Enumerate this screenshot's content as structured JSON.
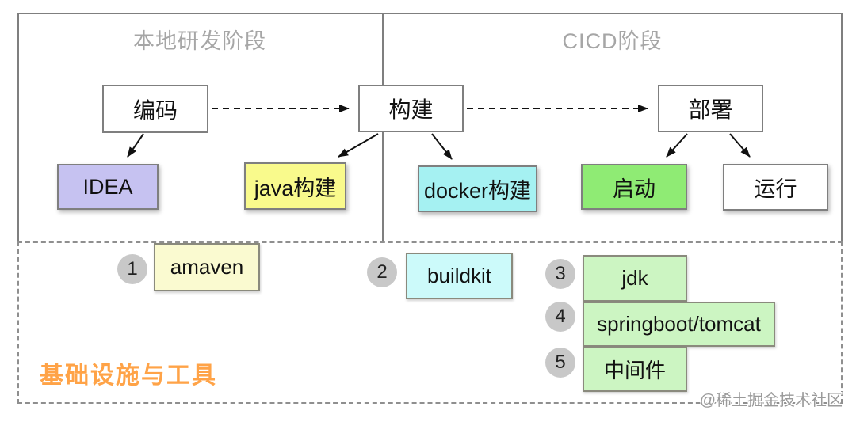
{
  "sections": {
    "local_dev": {
      "title": "本地研发阶段"
    },
    "cicd": {
      "title": "CICD阶段"
    },
    "infra": {
      "title": "基础设施与工具"
    }
  },
  "flow_nodes": [
    {
      "id": "coding",
      "label": "编码"
    },
    {
      "id": "build",
      "label": "构建"
    },
    {
      "id": "deploy",
      "label": "部署"
    }
  ],
  "tool_nodes": [
    {
      "id": "idea",
      "label": "IDEA",
      "color": "#c6c2f1"
    },
    {
      "id": "java-build",
      "label": "java构建",
      "color": "#f9fa8c"
    },
    {
      "id": "docker-build",
      "label": "docker构建",
      "color": "#a5f1f2"
    },
    {
      "id": "start",
      "label": "启动",
      "color": "#8feb74"
    },
    {
      "id": "run",
      "label": "运行",
      "color": "#ffffff"
    }
  ],
  "infra_items": [
    {
      "num": "1",
      "label": "amaven",
      "color": "#fafad0"
    },
    {
      "num": "2",
      "label": "buildkit",
      "color": "#ccfafa"
    },
    {
      "num": "3",
      "label": "jdk",
      "color": "#ccf5c2"
    },
    {
      "num": "4",
      "label": "springboot/tomcat",
      "color": "#ccf5c2"
    },
    {
      "num": "5",
      "label": "中间件",
      "color": "#ccf5c2"
    }
  ],
  "edges": [
    {
      "from": "编码",
      "to": "构建",
      "style": "dashed"
    },
    {
      "from": "构建",
      "to": "部署",
      "style": "dashed"
    },
    {
      "from": "编码",
      "to": "IDEA",
      "style": "solid"
    },
    {
      "from": "构建",
      "to": "java构建",
      "style": "solid"
    },
    {
      "from": "构建",
      "to": "docker构建",
      "style": "solid"
    },
    {
      "from": "部署",
      "to": "启动",
      "style": "solid"
    },
    {
      "from": "部署",
      "to": "运行",
      "style": "solid"
    }
  ],
  "watermark": "@稀土掘金技术社区",
  "colors": {
    "panel_border": "#7f7f7f",
    "section_title": "#a6a6a6",
    "badge_bg": "#c8c8c8",
    "infra_title_orange": "#ffa347",
    "arrow": "#111111"
  }
}
